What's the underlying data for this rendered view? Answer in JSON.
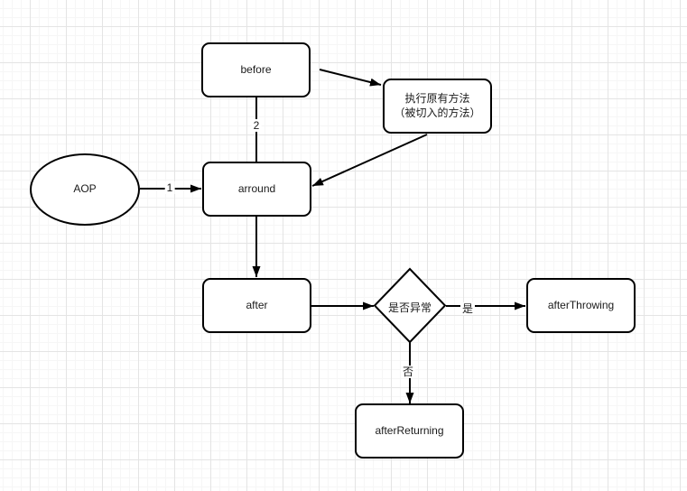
{
  "diagram": {
    "nodes": {
      "aop": {
        "label": "AOP",
        "shape": "ellipse"
      },
      "before": {
        "label": "before",
        "shape": "rounded-rect"
      },
      "orig_method": {
        "label_line1": "执行原有方法",
        "label_line2": "（被切入的方法）",
        "shape": "rounded-rect"
      },
      "arround": {
        "label": "arround",
        "shape": "rounded-rect"
      },
      "after": {
        "label": "after",
        "shape": "rounded-rect"
      },
      "decision": {
        "label": "是否异常",
        "shape": "diamond"
      },
      "after_throwing": {
        "label": "afterThrowing",
        "shape": "rounded-rect"
      },
      "after_returning": {
        "label": "afterReturning",
        "shape": "rounded-rect"
      }
    },
    "edge_labels": {
      "aop_to_arround": "1",
      "before_to_arround": "2",
      "decision_yes": "是",
      "decision_no": "否"
    },
    "colors": {
      "stroke": "#000000",
      "node_fill": "#ffffff",
      "grid_major": "#e4e4e4",
      "grid_minor": "#f6f6f6"
    }
  }
}
